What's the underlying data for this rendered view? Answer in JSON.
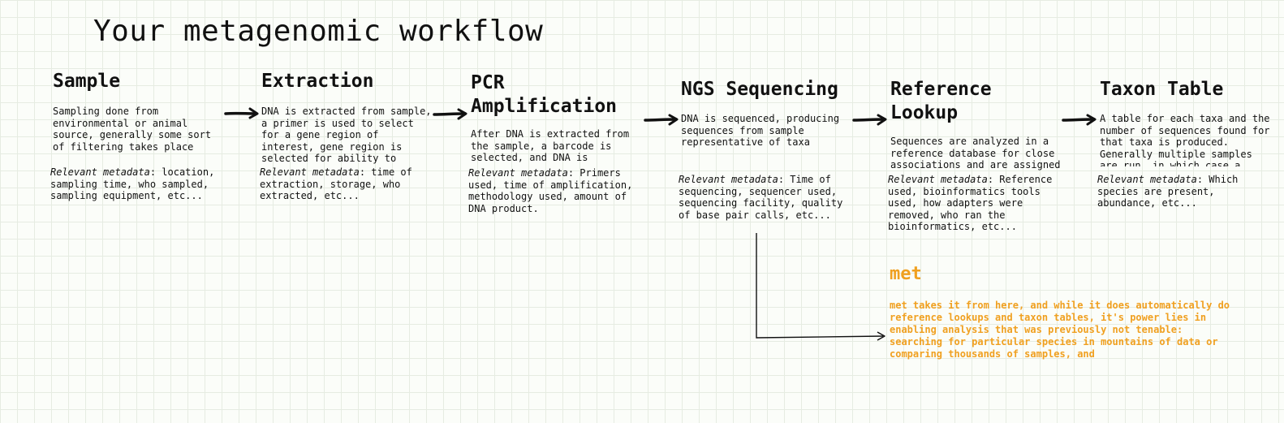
{
  "title": "Your metagenomic workflow",
  "meta_prefix": "Relevant metadata",
  "steps": [
    {
      "title": "Sample",
      "description": "Sampling done from\nenvironmental or animal\nsource, generally some sort\nof filtering takes place",
      "metadata": ": location,\nsampling time, who sampled,\nsampling equipment, etc..."
    },
    {
      "title": "Extraction",
      "description": "DNA is extracted from sample,\na primer is used to select\nfor a gene region of\ninterest, gene region is\nselected for ability to",
      "metadata": ": time of\nextraction, storage, who\nextracted, etc..."
    },
    {
      "title": "PCR\nAmplification",
      "description": "After DNA is extracted from\nthe sample, a barcode is\nselected, and DNA is",
      "metadata": ": Primers\nused, time of amplification,\nmethodology used, amount of\nDNA product."
    },
    {
      "title": "NGS Sequencing",
      "description": "DNA is sequenced, producing\nsequences from sample\nrepresentative of taxa",
      "metadata": ": Time of\nsequencing, sequencer used,\nsequencing facility, quality\nof base pair calls, etc..."
    },
    {
      "title": "Reference\nLookup",
      "description": "Sequences are analyzed in a\nreference database for close\nassociations and are assigned",
      "metadata": ": Reference\nused, bioinformatics tools\nused, how adapters were\nremoved, who ran the\nbioinformatics, etc..."
    },
    {
      "title": "Taxon Table",
      "description": "A table for each taxa and the\nnumber of sequences found for\nthat taxa is produced.\nGenerally multiple samples\nare run, in which case a",
      "metadata": ": Which\nspecies are present,\nabundance, etc..."
    }
  ],
  "met": {
    "title": "met",
    "description": "met takes it from here, and while it does automatically do\nreference lookups and taxon tables, it's power lies in\nenabling analysis that was previously not tenable:\nsearching for particular species in mountains of data or\ncomparing thousands of samples, and"
  },
  "colors": {
    "accent": "#f0a020",
    "text": "#111111",
    "grid": "#e6ece2"
  }
}
